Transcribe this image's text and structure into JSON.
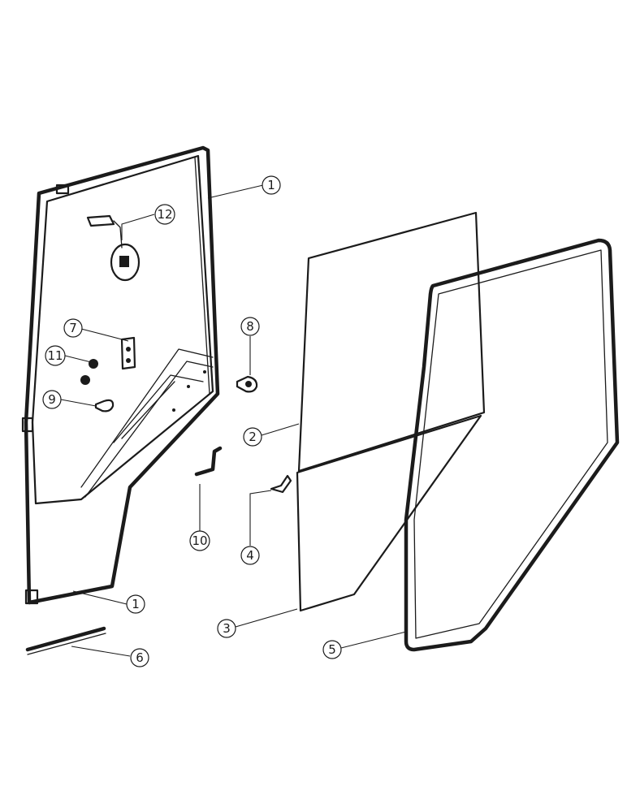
{
  "callouts": [
    {
      "id": "c1a",
      "label": "1"
    },
    {
      "id": "c12",
      "label": "12"
    },
    {
      "id": "c7",
      "label": "7"
    },
    {
      "id": "c11",
      "label": "11"
    },
    {
      "id": "c9",
      "label": "9"
    },
    {
      "id": "c8",
      "label": "8"
    },
    {
      "id": "c2",
      "label": "2"
    },
    {
      "id": "c10",
      "label": "10"
    },
    {
      "id": "c4",
      "label": "4"
    },
    {
      "id": "c1b",
      "label": "1"
    },
    {
      "id": "c6",
      "label": "6"
    },
    {
      "id": "c3",
      "label": "3"
    },
    {
      "id": "c5",
      "label": "5"
    }
  ]
}
